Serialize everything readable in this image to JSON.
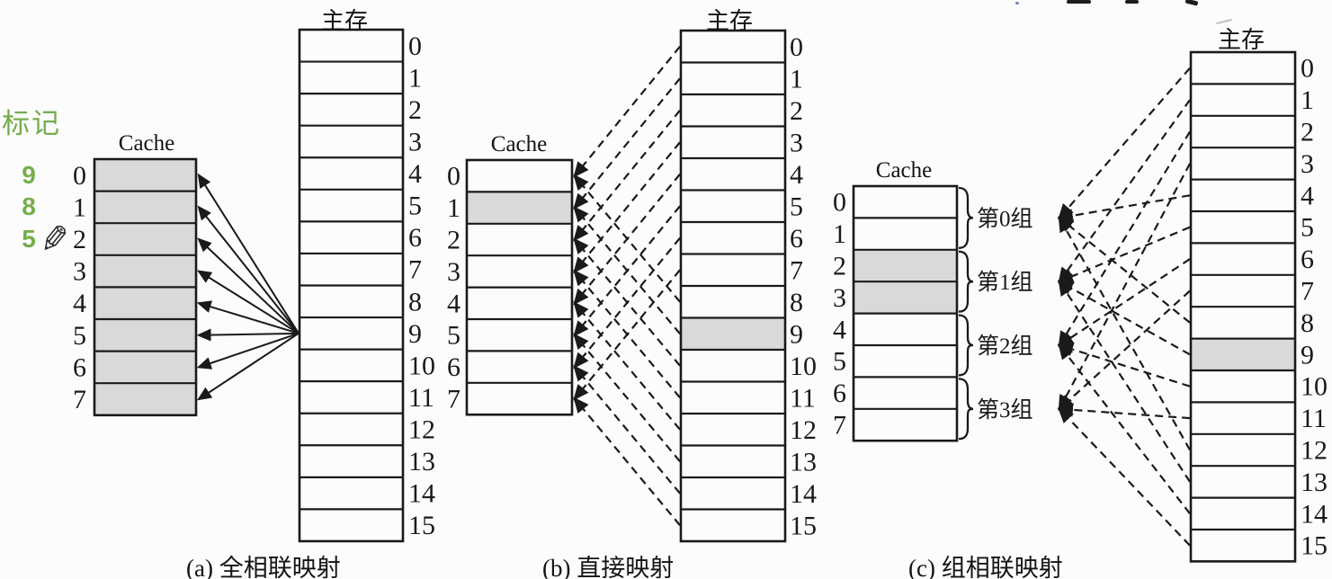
{
  "annotation": {
    "tag_label": "标记",
    "tag_values": [
      "9",
      "8",
      "5"
    ],
    "pencil_icon": "✎"
  },
  "colors": {
    "ink": "#1a1a1a",
    "shade": "#d9d9d9",
    "green": "#74ae4b",
    "background": "#fcfcfc"
  },
  "panels": [
    {
      "id": "a",
      "caption": "(a) 全相联映射",
      "cache_title": "Cache",
      "memory_title": "主存",
      "cache_rows": [
        "0",
        "1",
        "2",
        "3",
        "4",
        "5",
        "6",
        "7"
      ],
      "memory_rows": [
        "0",
        "1",
        "2",
        "3",
        "4",
        "5",
        "6",
        "7",
        "8",
        "9",
        "10",
        "11",
        "12",
        "13",
        "14",
        "15"
      ],
      "cache_shaded_rows": [
        0,
        1,
        2,
        3,
        4,
        5,
        6,
        7
      ],
      "memory_shaded_rows": [],
      "mapping": {
        "type": "full-associative",
        "arrow_style": "solid",
        "source_memory_row": 9
      }
    },
    {
      "id": "b",
      "caption": "(b) 直接映射",
      "cache_title": "Cache",
      "memory_title": "主存",
      "cache_rows": [
        "0",
        "1",
        "2",
        "3",
        "4",
        "5",
        "6",
        "7"
      ],
      "memory_rows": [
        "0",
        "1",
        "2",
        "3",
        "4",
        "5",
        "6",
        "7",
        "8",
        "9",
        "10",
        "11",
        "12",
        "13",
        "14",
        "15"
      ],
      "cache_shaded_rows": [
        1
      ],
      "memory_shaded_rows": [
        9
      ],
      "mapping": {
        "type": "direct",
        "arrow_style": "dashed",
        "modulo": 8
      }
    },
    {
      "id": "c",
      "caption": "(c) 组相联映射",
      "cache_title": "Cache",
      "memory_title": "主存",
      "cache_rows": [
        "0",
        "1",
        "2",
        "3",
        "4",
        "5",
        "6",
        "7"
      ],
      "memory_rows": [
        "0",
        "1",
        "2",
        "3",
        "4",
        "5",
        "6",
        "7",
        "8",
        "9",
        "10",
        "11",
        "12",
        "13",
        "14",
        "15"
      ],
      "cache_shaded_rows": [
        2,
        3
      ],
      "memory_shaded_rows": [
        9
      ],
      "group_labels": [
        "第0组",
        "第1组",
        "第2组",
        "第3组"
      ],
      "mapping": {
        "type": "set-associative",
        "arrow_style": "dashed",
        "modulo": 4
      }
    }
  ]
}
